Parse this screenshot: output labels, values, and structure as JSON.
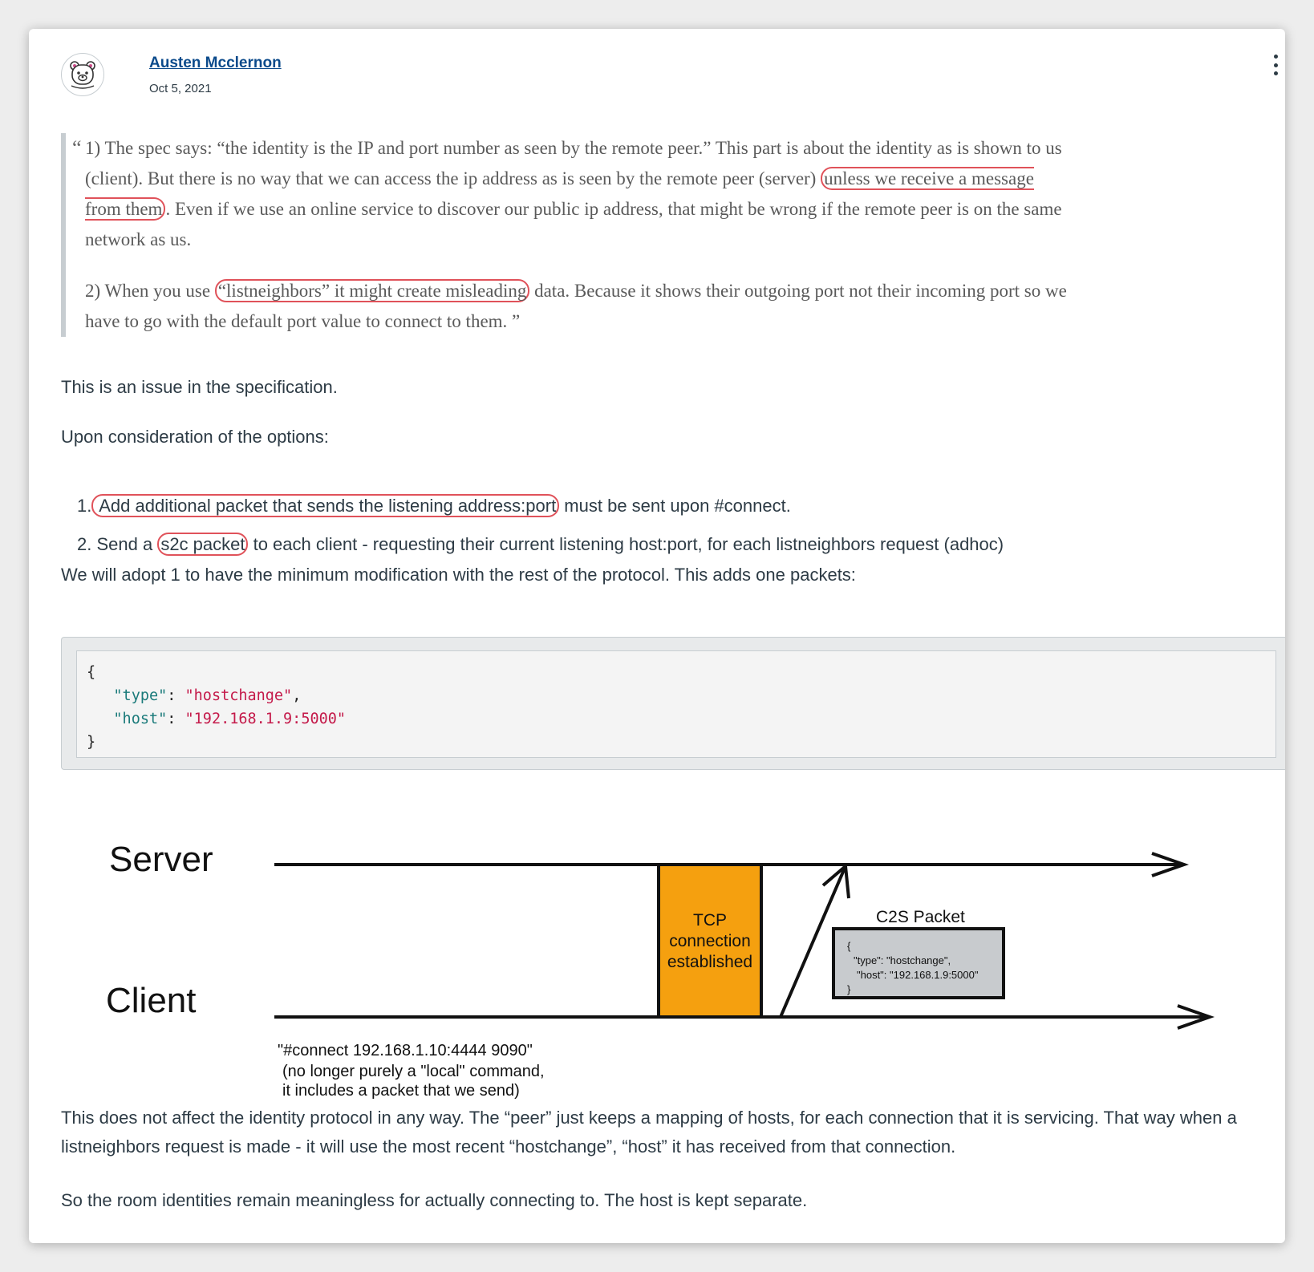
{
  "post": {
    "author": "Austen Mcclernon",
    "date": "Oct 5, 2021"
  },
  "quote": {
    "open_mark": "“",
    "p1_a": "1) The spec says: “the identity is the IP and port number as seen by the remote peer.” This part is about the identity as is shown to us (client). But there is no way that we can access the ip address as is seen by the remote peer (server) ",
    "p1_hl": "unless we receive a message from them",
    "p1_b": ". Even if we use an online service to discover our public ip address, that might be wrong if the remote peer is on the same network as us.",
    "p2_a": "2) When you use ",
    "p2_hl": "“listneighbors” it might create misleading",
    "p2_b": " data. Because it shows their outgoing port not their incoming port so we have to go with the default port value to connect to them. ”"
  },
  "body": {
    "issue": "This is an issue in the specification.",
    "consider": "Upon consideration of the options:",
    "adopt": "We will adopt 1 to have the minimum modification with the rest of the protocol. This adds one packets:",
    "affect": "This does not affect the identity protocol in any way. The “peer” just keeps a mapping of hosts, for each connection that it is servicing. That way when a listneighbors request is made - it will use the most recent “hostchange”, “host” it has received from that connection.",
    "room": "So the room identities remain meaningless for actually connecting to. The host is kept separate."
  },
  "options": [
    {
      "num": "1.",
      "hl": " Add additional packet that sends the listening address:port",
      "rest": " must be sent upon #connect."
    },
    {
      "num": "2.",
      "pre": " Send a ",
      "hl": "s2c packet",
      "rest": " to each client - requesting their current listening host:port, for each listneighbors request (adhoc)"
    }
  ],
  "code": {
    "open": "{",
    "type_key": "\"type\"",
    "type_val": "\"hostchange\"",
    "host_key": "\"host\"",
    "host_val": "\"192.168.1.9:5000\"",
    "close": "}"
  },
  "diagram": {
    "server_label": "Server",
    "client_label": "Client",
    "tcp_line1": "TCP",
    "tcp_line2": "connection",
    "tcp_line3": "established",
    "packet_title": "C2S Packet",
    "packet_line1": "{",
    "packet_line2": "\"type\": \"hostchange\",",
    "packet_line3": "\"host\": \"192.168.1.9:5000\"",
    "packet_line4": "}",
    "cmd_line1": "\"#connect 192.168.1.10:4444 9090\"",
    "cmd_line2": "(no longer purely a \"local\" command,",
    "cmd_line3": "it includes a packet that we send)",
    "tcp_color": "#f5a00f"
  }
}
